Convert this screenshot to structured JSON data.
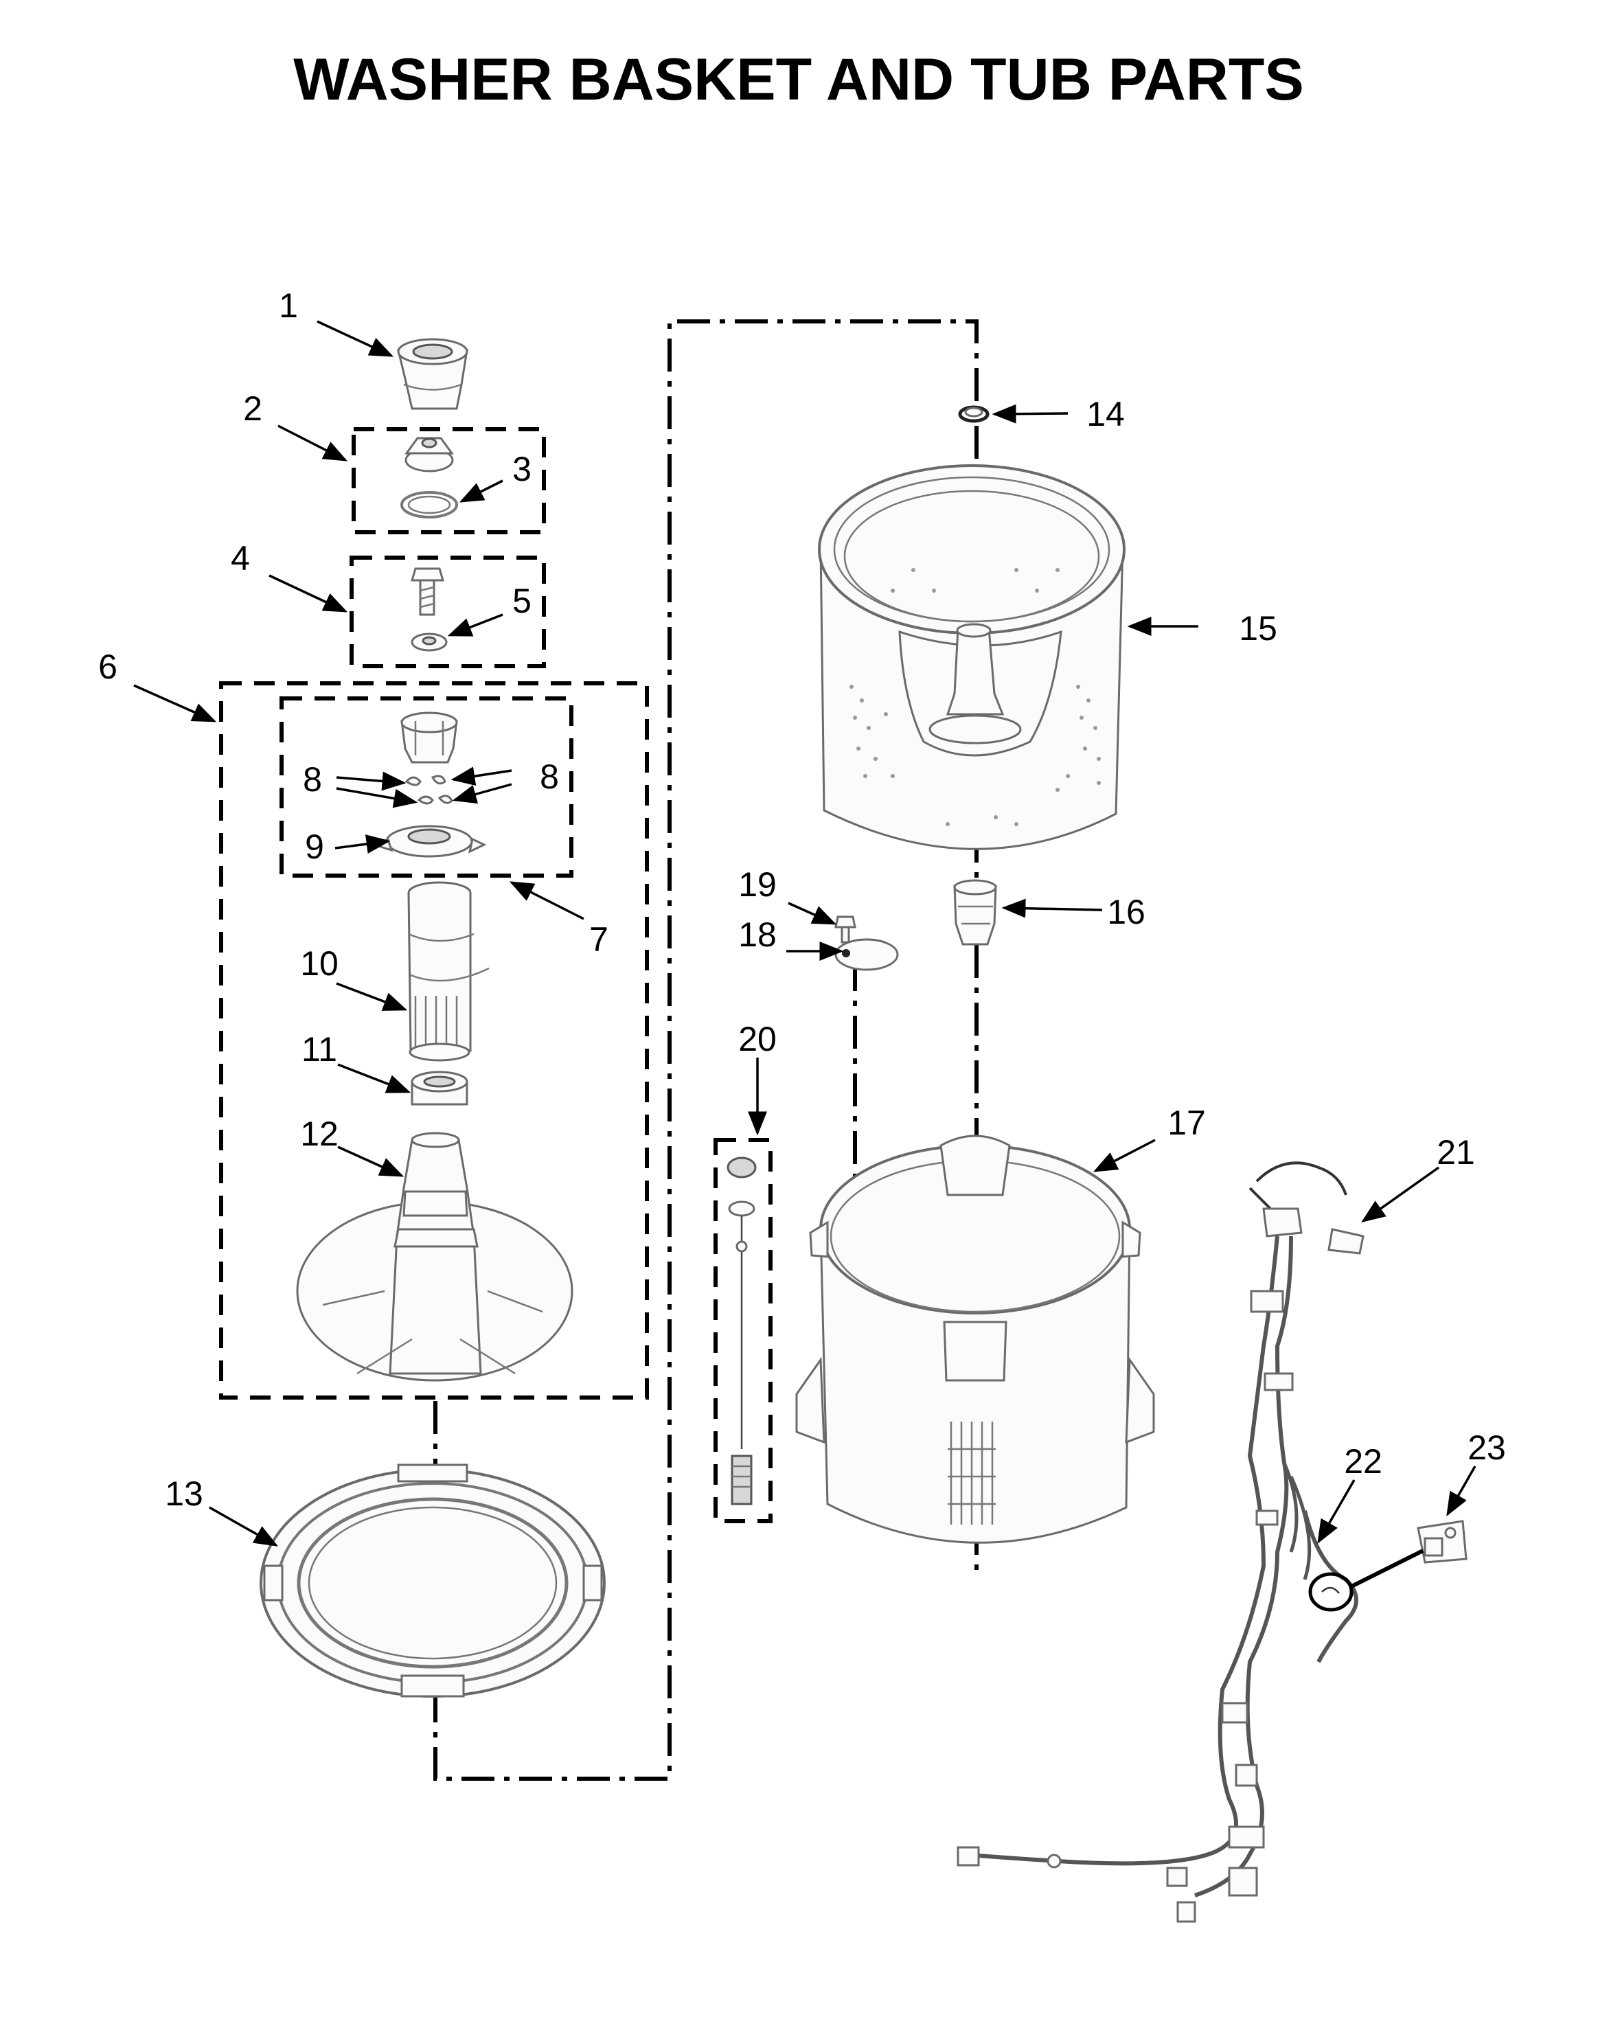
{
  "title": "WASHER BASKET AND TUB PARTS",
  "parts": {
    "p1": "1",
    "p2": "2",
    "p3": "3",
    "p4": "4",
    "p5": "5",
    "p6": "6",
    "p7": "7",
    "p8a": "8",
    "p8b": "8",
    "p9": "9",
    "p10": "10",
    "p11": "11",
    "p12": "12",
    "p13": "13",
    "p14": "14",
    "p15": "15",
    "p16": "16",
    "p17": "17",
    "p18": "18",
    "p19": "19",
    "p20": "20",
    "p21": "21",
    "p22": "22",
    "p23": "23"
  }
}
